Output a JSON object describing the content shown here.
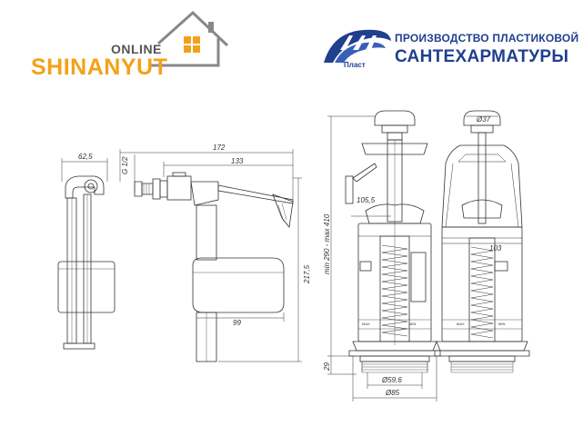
{
  "brand_left": {
    "online": "ONLINE",
    "name": "SHINANYUT",
    "accent_color": "#f2a21a"
  },
  "brand_right": {
    "line1": "ПРОИЗВОДСТВО ПЛАСТИКОВОЙ",
    "line2": "САНТЕХАРМАТУРЫ",
    "emblem_text": "Пласт",
    "accent_color": "#1f3f8f"
  },
  "drawing": {
    "fill_valve": {
      "dim_width_small": "62,5",
      "dim_thread": "G 1/2",
      "dim_total_length": "172",
      "dim_arm_length": "133",
      "dim_height": "217,5",
      "dim_float_length": "99"
    },
    "drain_valve": {
      "dim_stroke": "105,5",
      "dim_height_range": "min 290 - max 410",
      "dim_lower": "29",
      "dim_diameter_inner": "Ø59,6",
      "dim_diameter_outer": "Ø85",
      "dim_button": "Ø37",
      "dim_body": "103",
      "mark_min": "MIN",
      "mark_max": "MAX"
    }
  }
}
